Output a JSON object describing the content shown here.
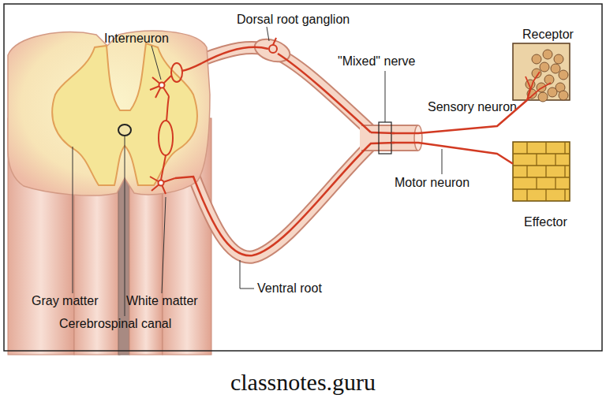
{
  "diagram": {
    "nodes": [
      {
        "text": [
          "Receptor"
        ]
      },
      {
        "text": [
          "\"Mixed\" nerve"
        ]
      },
      {
        "text": [
          "Effector"
        ]
      }
    ],
    "edges": [
      {
        "from": 1,
        "to": 0,
        "arrow": "none",
        "label": "Sensory neuron"
      },
      {
        "from": 1,
        "to": 2,
        "arrow": "none",
        "label": "Motor neuron"
      }
    ],
    "labels": [
      "Dorsal root ganglion",
      "Interneuron",
      "Gray matter",
      "White matter",
      "Cerebrospinal canal",
      "Ventral root",
      "classnotes.guru"
    ]
  }
}
